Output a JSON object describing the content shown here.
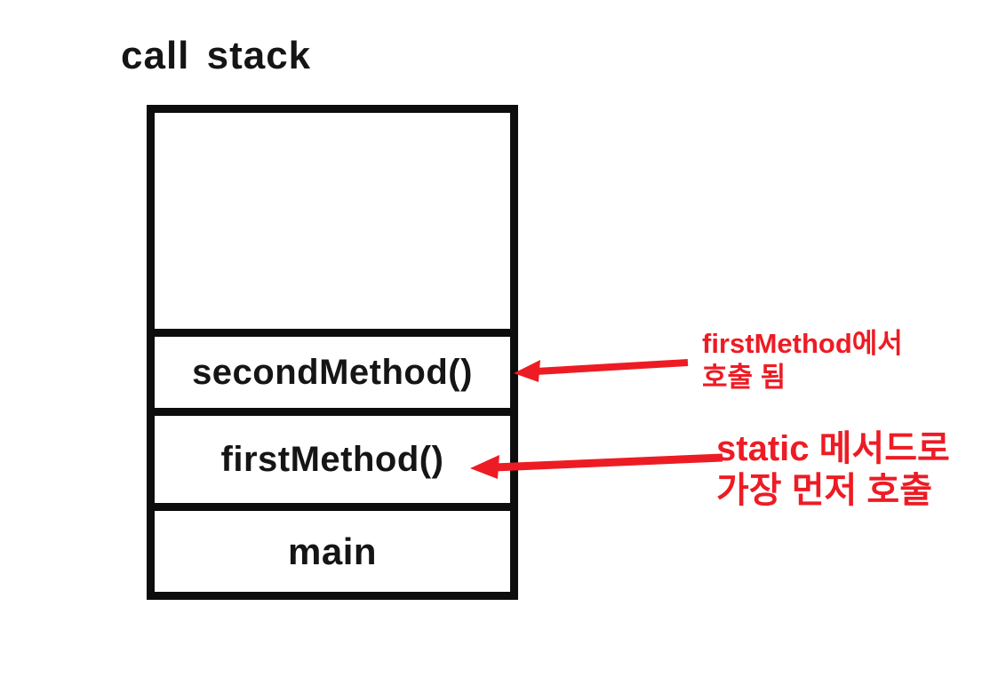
{
  "title": "call stack",
  "stack": {
    "frames": [
      {
        "label": ""
      },
      {
        "label": "secondMethod()"
      },
      {
        "label": "firstMethod()"
      },
      {
        "label": "main"
      }
    ]
  },
  "annotations": [
    {
      "line1": "firstMethod에서",
      "line2": "호출 됨"
    },
    {
      "line1": "static 메서드로",
      "line2": "가장 먼저 호출"
    }
  ],
  "colors": {
    "accent_red": "#ed1c24",
    "ink": "#0d0d0d"
  }
}
